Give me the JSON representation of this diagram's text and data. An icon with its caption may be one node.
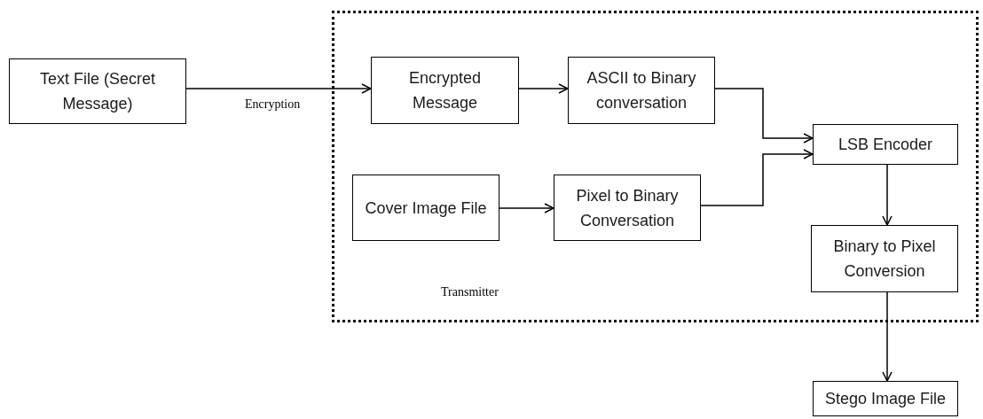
{
  "diagram": {
    "nodes": [
      {
        "text": [
          "Text File (Secret Message)"
        ]
      },
      {
        "text": [
          "Transmitter"
        ]
      },
      {
        "text": [
          "Encrypted Message"
        ],
        "in": 1
      },
      {
        "text": [
          "ASCII to Binary conversation"
        ],
        "in": 1
      },
      {
        "text": [
          "LSB Encoder"
        ],
        "in": 1
      },
      {
        "text": [
          "Cover Image File"
        ],
        "in": 1
      },
      {
        "text": [
          "Pixel to Binary Conversation"
        ],
        "in": 1
      },
      {
        "text": [
          "Binary to Pixel Conversion"
        ],
        "in": 1
      },
      {
        "text": [
          "Stego Image File"
        ]
      }
    ],
    "edges": [
      {
        "from": 0,
        "to": 2,
        "arrow": "to",
        "label": "Encryption"
      },
      {
        "from": 2,
        "to": 3,
        "arrow": "to"
      },
      {
        "from": 3,
        "to": 4,
        "arrow": "to"
      },
      {
        "from": 5,
        "to": 6,
        "arrow": "to"
      },
      {
        "from": 6,
        "to": 4,
        "arrow": "to"
      },
      {
        "from": 4,
        "to": 7,
        "arrow": "to"
      },
      {
        "from": 7,
        "to": 8,
        "arrow": "to"
      }
    ]
  }
}
